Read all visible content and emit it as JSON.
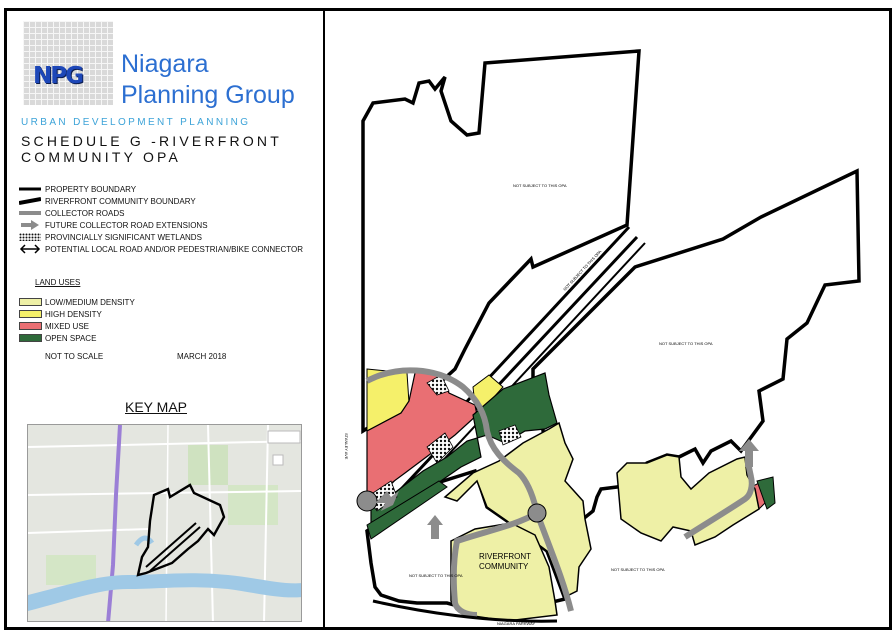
{
  "logo": {
    "letters": "NPG",
    "brand_line1": "Niagara",
    "brand_line2": "Planning Group",
    "tagline": "URBAN DEVELOPMENT PLANNING"
  },
  "title": {
    "line1": "SCHEDULE G -RIVERFRONT",
    "line2": "COMMUNITY OPA"
  },
  "legend": [
    {
      "symbol": "property-boundary",
      "label": "PROPERTY BOUNDARY"
    },
    {
      "symbol": "community-boundary",
      "label": "RIVERFRONT COMMUNITY BOUNDARY"
    },
    {
      "symbol": "collector-road",
      "label": "COLLECTOR ROADS"
    },
    {
      "symbol": "future-arrow",
      "label": "FUTURE COLLECTOR ROAD EXTENSIONS"
    },
    {
      "symbol": "wetland",
      "label": "PROVINCIALLY SIGNIFICANT WETLANDS"
    },
    {
      "symbol": "connector",
      "label": "POTENTIAL LOCAL ROAD AND/OR PEDESTRIAN/BIKE CONNECTOR"
    }
  ],
  "land_uses": {
    "heading": "LAND USES",
    "items": [
      {
        "label": "LOW/MEDIUM DENSITY",
        "color": "#eef0a6"
      },
      {
        "label": "HIGH DENSITY",
        "color": "#f5f06a"
      },
      {
        "label": "MIXED USE",
        "color": "#e96f73"
      },
      {
        "label": "OPEN SPACE",
        "color": "#2e6a3a"
      }
    ]
  },
  "scale_note": "NOT TO SCALE",
  "date": "MARCH 2018",
  "key_map": {
    "title": "KEY MAP"
  },
  "map": {
    "not_subject": "NOT SUBJECT TO THIS OPA",
    "riverfront_line1": "RIVERFRONT",
    "riverfront_line2": "COMMUNITY",
    "road_left": "STANLEY AVE",
    "road_bottom": "NIAGARA PARKWAY",
    "colors": {
      "road": "#8c8c8c",
      "boundary": "#000000"
    }
  }
}
